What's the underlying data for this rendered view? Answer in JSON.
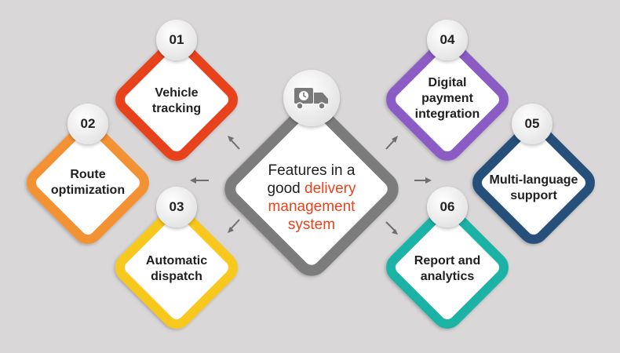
{
  "center": {
    "line1": "Features in a",
    "line2_plain": "good ",
    "line2_accent": "delivery",
    "line3": "management",
    "line4": "system",
    "accent_color": "#e8431c",
    "icon": "delivery-truck-clock-icon"
  },
  "features": [
    {
      "num": "01",
      "line1": "Vehicle",
      "line2": "tracking",
      "color": "#e8421a"
    },
    {
      "num": "02",
      "line1": "Route",
      "line2": "optimization",
      "color": "#f39232"
    },
    {
      "num": "03",
      "line1": "Automatic",
      "line2": "dispatch",
      "color": "#f9c81c"
    },
    {
      "num": "04",
      "line1": "Digital",
      "line2": "payment",
      "line3": "integration",
      "color": "#8a5cc4"
    },
    {
      "num": "05",
      "line1": "Multi-language",
      "line2": "support",
      "color": "#25507c"
    },
    {
      "num": "06",
      "line1": "Report and",
      "line2": "analytics",
      "color": "#1eb3a6"
    }
  ]
}
